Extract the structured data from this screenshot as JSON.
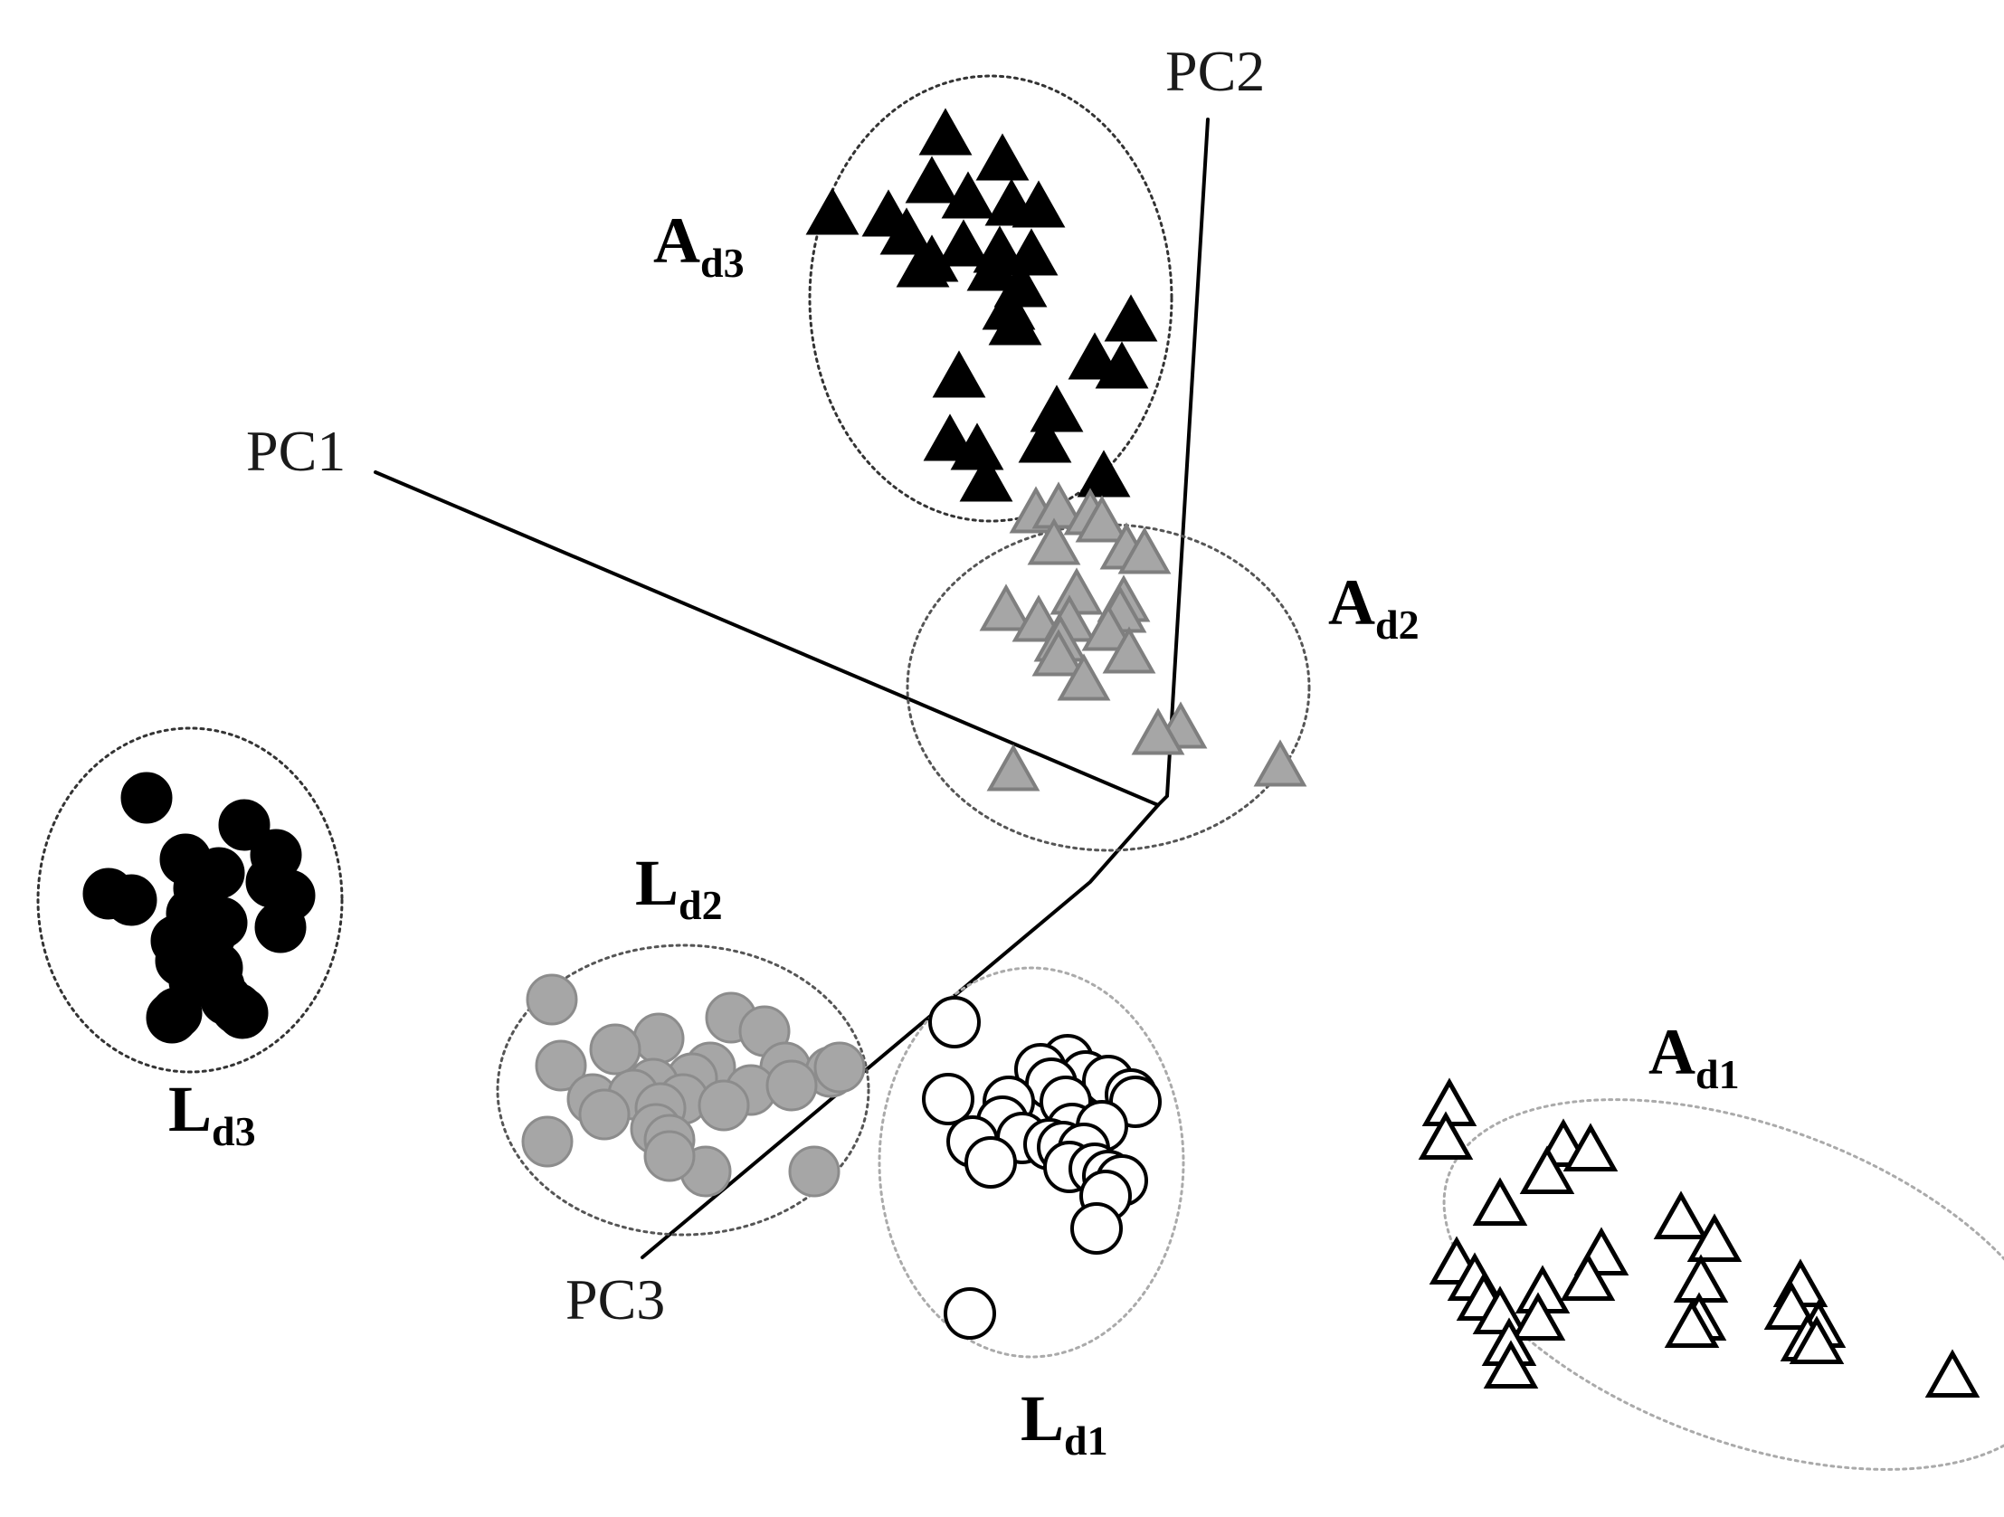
{
  "chart_data": {
    "type": "scatter",
    "title": "",
    "axes": [
      {
        "name": "PC1",
        "label": "PC1"
      },
      {
        "name": "PC2",
        "label": "PC2"
      },
      {
        "name": "PC3",
        "label": "PC3"
      }
    ],
    "series": [
      {
        "name": "Ad3",
        "label_main": "A",
        "label_sub": "d3",
        "marker": "triangle",
        "fill": "#000000",
        "stroke": "#000000",
        "ellipse_color": "#333333"
      },
      {
        "name": "Ad2",
        "label_main": "A",
        "label_sub": "d2",
        "marker": "triangle",
        "fill": "#a6a6a6",
        "stroke": "#7f7f7f",
        "ellipse_color": "#555555"
      },
      {
        "name": "Ad1",
        "label_main": "A",
        "label_sub": "d1",
        "marker": "triangle",
        "fill": "#ffffff",
        "stroke": "#000000",
        "ellipse_color": "#aaaaaa"
      },
      {
        "name": "Ld3",
        "label_main": "L",
        "label_sub": "d3",
        "marker": "circle",
        "fill": "#000000",
        "stroke": "#000000",
        "ellipse_color": "#333333"
      },
      {
        "name": "Ld2",
        "label_main": "L",
        "label_sub": "d2",
        "marker": "circle",
        "fill": "#a6a6a6",
        "stroke": "#8c8c8c",
        "ellipse_color": "#555555"
      },
      {
        "name": "Ld1",
        "label_main": "L",
        "label_sub": "d1",
        "marker": "circle",
        "fill": "#ffffff",
        "stroke": "#000000",
        "ellipse_color": "#aaaaaa"
      }
    ]
  }
}
